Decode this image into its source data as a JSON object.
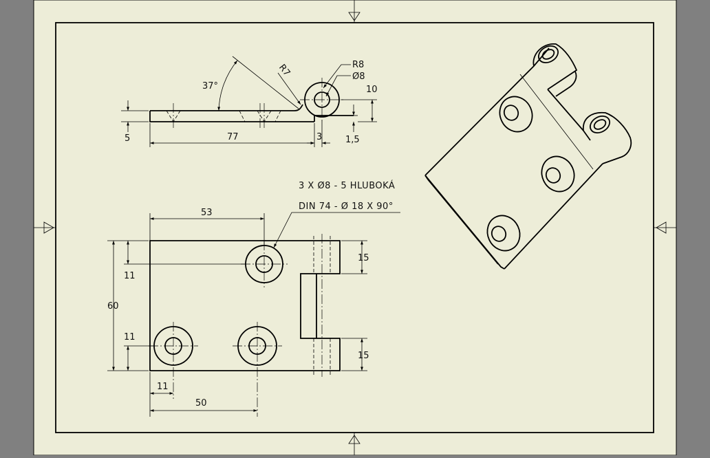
{
  "sheet": {
    "paper_color": "#ededd8",
    "background_color": "#808080",
    "line_color": "#000000"
  },
  "side_view": {
    "angle_label": "37°",
    "radius_r7": "R7",
    "radius_r8": "R8",
    "hole_dia": "Ø8",
    "dim_10": "10",
    "dim_5": "5",
    "dim_77": "77",
    "dim_3": "3",
    "dim_1_5": "1,5"
  },
  "top_view": {
    "dim_53": "53",
    "dim_11_upper": "11",
    "dim_60": "60",
    "dim_11_lower": "11",
    "dim_11_bottom": "11",
    "dim_50": "50",
    "dim_15_upper": "15",
    "dim_15_lower": "15",
    "note_holes": "3 X Ø8 - 5 HLUBOKÁ",
    "note_din": "DIN 74 - Ø 18 X 90°"
  }
}
